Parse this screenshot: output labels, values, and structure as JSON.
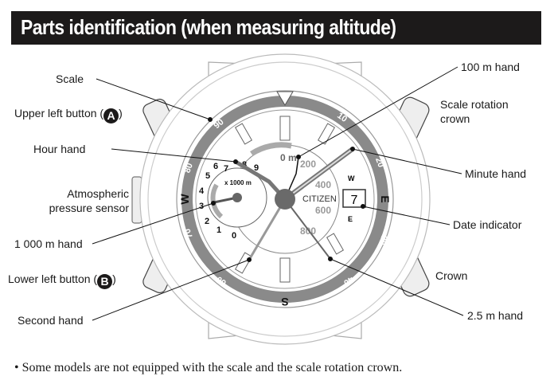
{
  "header": {
    "title": "Parts identification (when measuring altitude)"
  },
  "labels": {
    "scale": "Scale",
    "upper_left_button": "Upper left button (",
    "upper_left_button_letter": "A",
    "hour_hand": "Hour hand",
    "pressure_sensor_line1": "Atmospheric",
    "pressure_sensor_line2": "pressure sensor",
    "thousand_m_hand": "1 000 m hand",
    "lower_left_button": "Lower left button (",
    "lower_left_button_letter": "B",
    "second_hand": "Second hand",
    "hundred_m_hand": "100 m hand",
    "scale_rotation_crown_line1": "Scale rotation",
    "scale_rotation_crown_line2": "crown",
    "minute_hand": "Minute hand",
    "date_indicator": "Date indicator",
    "crown": "Crown",
    "two_five_m_hand": "2.5 m hand",
    "close_paren": ")"
  },
  "dial": {
    "brand": "CITIZEN",
    "multiplier": "x 1000 m",
    "zero_m": "0 m",
    "alt_marks": [
      "200",
      "400",
      "600",
      "800"
    ],
    "subdial_numbers": [
      "0",
      "1",
      "2",
      "3",
      "4",
      "5",
      "6",
      "7",
      "8",
      "9"
    ],
    "date": "7",
    "compass": {
      "w": "W",
      "e": "E",
      "s": "S"
    },
    "small_w": "W",
    "small_e": "E",
    "bezel_numbers": [
      "90",
      "10",
      "20",
      "30",
      "40",
      "50",
      "60",
      "70",
      "80"
    ]
  },
  "footer": {
    "note": "• Some models are not equipped with the scale and the scale rotation crown."
  }
}
